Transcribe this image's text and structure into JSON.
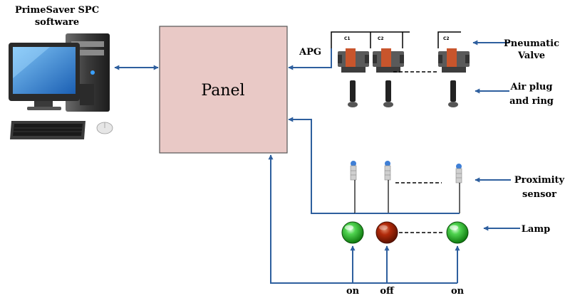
{
  "software_label": {
    "line1": "PrimeSaver SPC",
    "line2": "software"
  },
  "panel": {
    "label": "Panel",
    "color": "#e9c9c6"
  },
  "apg_label": "APG",
  "valve_tags": [
    "C1",
    "C2",
    "C2"
  ],
  "pneumatic_valve_label": {
    "line1": "Pneumatic",
    "line2": "Valve"
  },
  "air_plug_label": {
    "line1": "Air plug",
    "line2": "and ring"
  },
  "proximity_label": {
    "line1": "Proximity",
    "line2": "sensor"
  },
  "lamp_label": "Lamp",
  "lamp_states": [
    "on",
    "off",
    "on"
  ],
  "colors": {
    "arrow": "#2e5f9e",
    "lamp_on": "#22b422",
    "lamp_off": "#b12a0a",
    "valve_body": "#c8552c"
  }
}
